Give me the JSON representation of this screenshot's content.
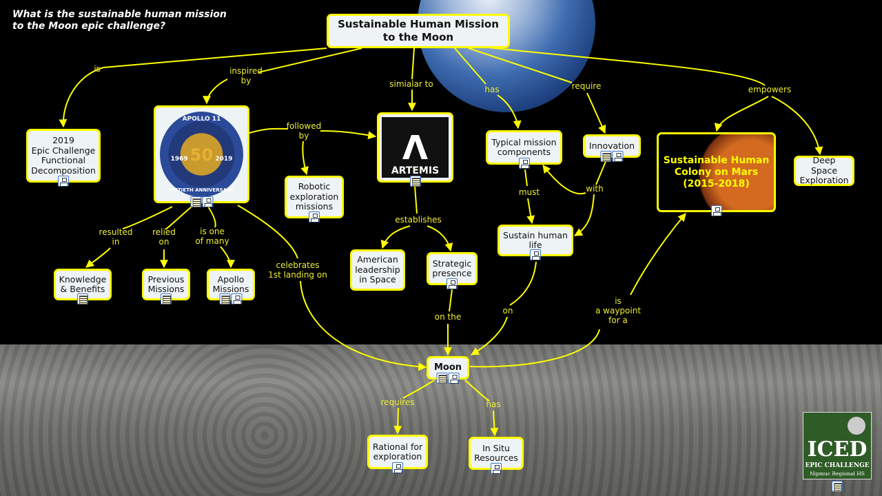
{
  "question": "What is the sustainable human mission\nto the Moon epic challenge?",
  "colors": {
    "link": "#ffff00",
    "label": "#eeee33",
    "node_bg": "#eef3f6",
    "mars_text": "#ffff00"
  },
  "concepts": {
    "root": "Sustainable Human Mission\nto the Moon",
    "epic": "2019\nEpic Challenge\nFunctional\nDecomposition",
    "robotic": "Robotic\nexploration\nmissions",
    "typical": "Typical mission\ncomponents",
    "innovation": "Innovation",
    "mars": "Sustainable Human\nColony on Mars\n(2015-2018)",
    "deep": "Deep Space\nExploration",
    "knowledge": "Knowledge\n& Benefits",
    "previous": "Previous\nMissions",
    "apollo_missions": "Apollo\nMissions",
    "american": "American\nleadership\nin Space",
    "strategic": "Strategic\npresence",
    "sustain": "Sustain human\nlife",
    "moon": "Moon",
    "rational": "Rational for\nexploration",
    "insitu": "In Situ\nResources"
  },
  "images": {
    "apollo": {
      "top": "APOLLO 11",
      "years_left": "1969",
      "fifty": "50",
      "years_right": "2019",
      "bottom": "FIFTIETH ANNIVERSARY"
    },
    "artemis": {
      "text": "ARTEMIS"
    },
    "iced": {
      "title": "ICED",
      "sub": "EPIC CHALLENGE",
      "school": "Nipmuc Regional HS"
    }
  },
  "links": {
    "is": "is",
    "inspired": "inspired\nby",
    "similar": "simialar to",
    "has": "has",
    "require": "require",
    "empowers": "empowers",
    "followed": "followed\nby",
    "establishes": "establishes",
    "must": "must",
    "with": "with",
    "resulted": "resulted\nin",
    "relied": "relied\non",
    "isone": "is one\nof many",
    "celebrates": "celebrates\n1st landing on",
    "onthe": "on the",
    "on": "on",
    "waypoint": "is\na waypoint\nfor a",
    "requires": "requires",
    "has2": "has"
  }
}
